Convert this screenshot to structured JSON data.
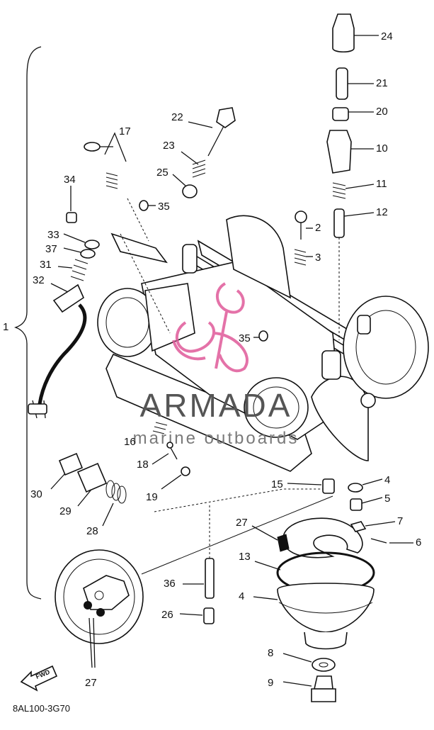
{
  "watermark": {
    "brand": "ARMADA",
    "tagline": "marine outboards",
    "logo_color": "#e05a9a",
    "text_color": "#555555"
  },
  "callouts": {
    "c1": "1",
    "c2": "2",
    "c3": "3",
    "c4a": "4",
    "c4b": "4",
    "c5": "5",
    "c6": "6",
    "c7": "7",
    "c8": "8",
    "c9": "9",
    "c10": "10",
    "c11": "11",
    "c12": "12",
    "c13": "13",
    "c15": "15",
    "c16": "16",
    "c17": "17",
    "c18": "18",
    "c19": "19",
    "c20": "20",
    "c21": "21",
    "c22": "22",
    "c23": "23",
    "c24": "24",
    "c25": "25",
    "c26": "26",
    "c27a": "27",
    "c27b": "27",
    "c28": "28",
    "c29": "29",
    "c30": "30",
    "c31": "31",
    "c32": "32",
    "c33": "33",
    "c34": "34",
    "c35a": "35",
    "c35b": "35",
    "c36": "36",
    "c37": "37"
  },
  "fwd_label": "FWD",
  "diagram_code": "8AL100-3G70"
}
